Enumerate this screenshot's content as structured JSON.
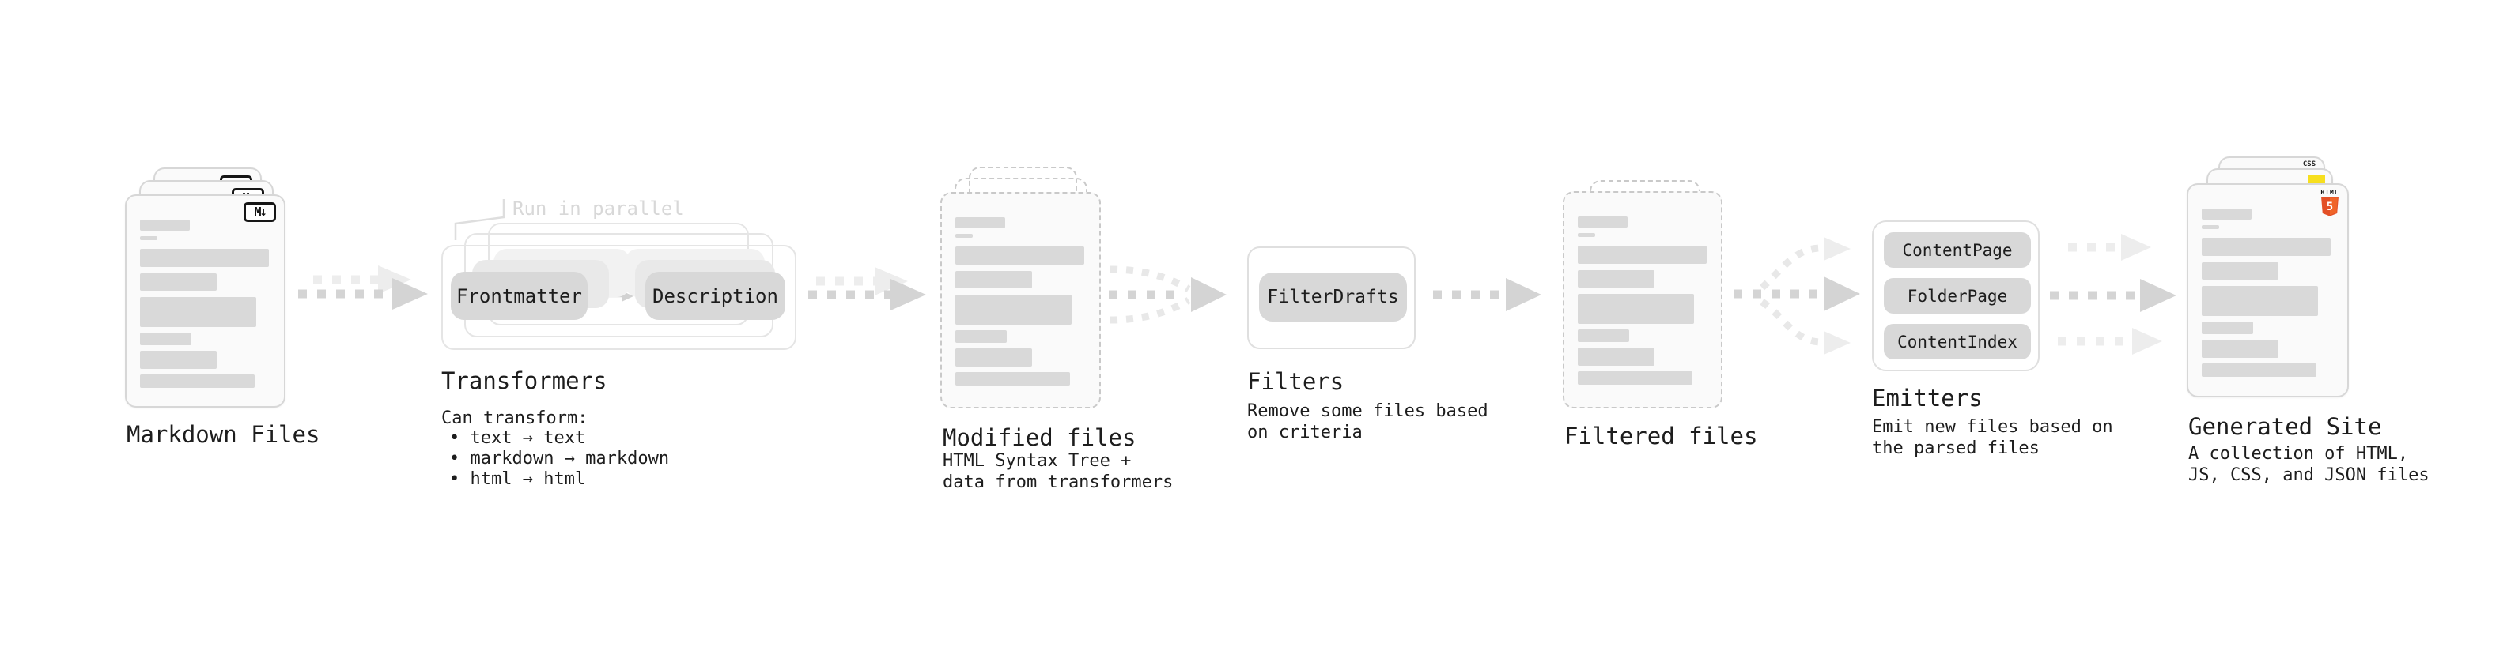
{
  "stages": {
    "markdown": {
      "title": "Markdown Files",
      "file_icon": "M↓"
    },
    "transformers": {
      "title": "Transformers",
      "annotation": "Run in parallel",
      "pills": {
        "left": "Frontmatter",
        "right": "Description"
      },
      "notes_heading": "Can transform:",
      "notes": [
        "• text → text",
        "• markdown → markdown",
        "• html → html"
      ]
    },
    "modified": {
      "title": "Modified files",
      "subtitle": "HTML Syntax Tree +\ndata from transformers"
    },
    "filters": {
      "title": "Filters",
      "pill": "FilterDrafts",
      "subtitle": "Remove some files based\non criteria"
    },
    "filtered": {
      "title": "Filtered files"
    },
    "emitters": {
      "title": "Emitters",
      "pills": [
        "ContentPage",
        "FolderPage",
        "ContentIndex"
      ],
      "subtitle": "Emit new files based on\nthe parsed files"
    },
    "generated": {
      "title": "Generated Site",
      "subtitle": "A collection of HTML,\nJS, CSS, and JSON files",
      "badges": {
        "css_label": "CSS",
        "html_label": "HTML",
        "html_numeral": "5"
      }
    }
  },
  "skeleton_bars": [
    [
      63,
      14,
      7
    ],
    [
      22,
      5,
      11
    ],
    [
      163,
      23,
      8
    ],
    [
      97,
      22,
      8
    ],
    [
      147,
      38,
      7
    ],
    [
      65,
      16,
      7
    ],
    [
      97,
      23,
      7
    ],
    [
      145,
      17,
      0
    ]
  ],
  "colors": {
    "html5_orange": "#e34f26",
    "js_yellow": "#f7df1e",
    "css_blue": "#2965f1",
    "arrow_gray": "#d4d4d4",
    "arrow_light_gray": "#ededed",
    "skeleton_gray": "#d9d9d9",
    "annotation_gray": "#d8d8d8"
  }
}
